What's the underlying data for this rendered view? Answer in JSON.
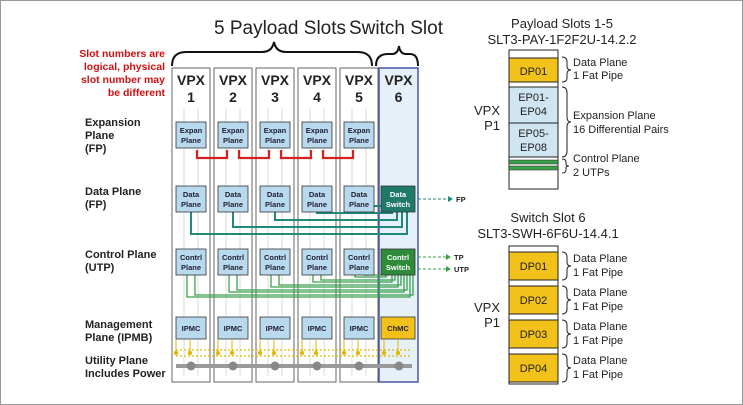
{
  "header": {
    "payload_title": "5 Payload Slots",
    "switch_title": "Switch Slot"
  },
  "note": [
    "Slot numbers are",
    "logical, physical",
    "slot number  may",
    "be different"
  ],
  "slots": [
    {
      "vpx": "VPX",
      "num": "1"
    },
    {
      "vpx": "VPX",
      "num": "2"
    },
    {
      "vpx": "VPX",
      "num": "3"
    },
    {
      "vpx": "VPX",
      "num": "4"
    },
    {
      "vpx": "VPX",
      "num": "5"
    },
    {
      "vpx": "VPX",
      "num": "6"
    }
  ],
  "planes": {
    "expansion": [
      "Expansion",
      "Plane",
      "(FP)"
    ],
    "data": [
      "Data Plane",
      "(FP)"
    ],
    "control": [
      "Control Plane",
      "(UTP)"
    ],
    "management": [
      "Management",
      "Plane (IPMB)"
    ],
    "utility": [
      "Utility Plane",
      "Includes Power"
    ]
  },
  "cells": {
    "expansion": [
      "Expan",
      "Plane"
    ],
    "data": [
      "Data",
      "Plane"
    ],
    "control": [
      "Contrl",
      "Plane"
    ],
    "ipmc": "IPMC",
    "data_switch": [
      "Data",
      "Switch"
    ],
    "contrl_switch": [
      "Contrl",
      "Switch"
    ],
    "chmc": "ChMC"
  },
  "arrows": {
    "fp": "FP",
    "tp": "TP",
    "utp": "UTP"
  },
  "payload_profile": {
    "title": "Payload Slots 1-5",
    "subtitle": "SLT3-PAY-1F2F2U-14.2.2",
    "vpx": "VPX",
    "p1": "P1",
    "boxes": [
      "DP01",
      "EP01-",
      "EP04",
      "EP05-",
      "EP08"
    ],
    "annotations": [
      [
        "Data Plane",
        "1 Fat Pipe"
      ],
      [
        "Expansion Plane",
        "16 Differential Pairs"
      ],
      [
        "Control Plane",
        "2 UTPs"
      ]
    ]
  },
  "switch_profile": {
    "title": "Switch Slot 6",
    "subtitle": "SLT3-SWH-6F6U-14.4.1",
    "vpx": "VPX",
    "p1": "P1",
    "boxes": [
      "DP01",
      "DP02",
      "DP03",
      "DP04"
    ],
    "annotations": [
      [
        "Data Plane",
        "1 Fat Pipe"
      ],
      [
        "Data Plane",
        "1 Fat Pipe"
      ],
      [
        "Data Plane",
        "1 Fat Pipe"
      ],
      [
        "Data Plane",
        "1 Fat Pipe"
      ]
    ]
  },
  "colors": {
    "cell_fill": "#b8d9ee",
    "switch_fill": "#1f7a6a",
    "ctrl_switch_fill": "#2e8b3a",
    "chmc_fill": "#f2c21b",
    "exp_link": "#d62020",
    "data_link": "#1f8a7a",
    "ctrl_link": "#3aa04a",
    "switch_slot_bg": "#e6f0f8",
    "switch_slot_border": "#4a56a8",
    "dp_fill": "#f2c21b",
    "ep_fill": "#cfe5f2",
    "note_color": "#d01010"
  }
}
